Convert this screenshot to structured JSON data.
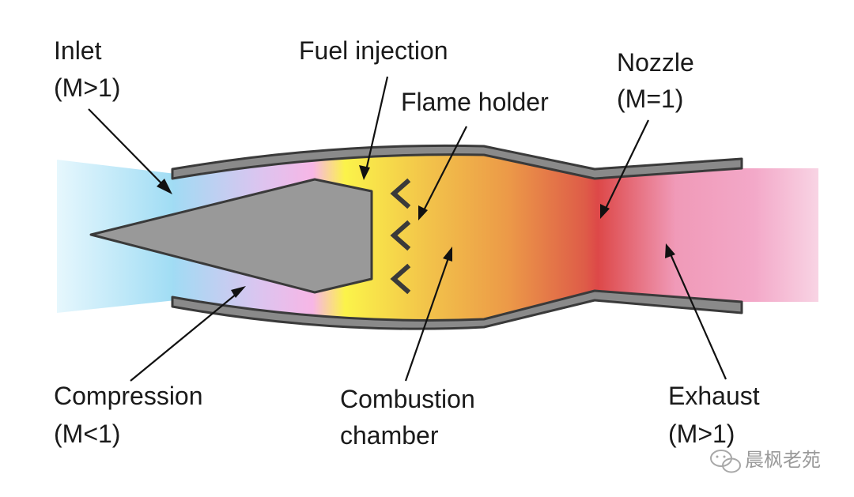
{
  "labels": {
    "inlet": "Inlet",
    "inlet_mach": "(M>1)",
    "fuel_injection": "Fuel injection",
    "flame_holder": "Flame holder",
    "nozzle": "Nozzle",
    "nozzle_mach": "(M=1)",
    "compression": "Compression",
    "compression_mach": "(M<1)",
    "combustion_line1": "Combustion",
    "combustion_line2": "chamber",
    "exhaust": "Exhaust",
    "exhaust_mach": "(M>1)"
  },
  "watermark": "晨枫老苑",
  "colors": {
    "inlet_flow": "#aee3f5",
    "compression_flow": "#f7b6e6",
    "injection_flow": "#fbf34a",
    "combustion_flow": "#f2a242",
    "throat_flow": "#dd4848",
    "exhaust_flow": "#f2a6c8",
    "casing": "#8a8a8a",
    "spike": "#999999",
    "outline": "#3a3a3a"
  }
}
